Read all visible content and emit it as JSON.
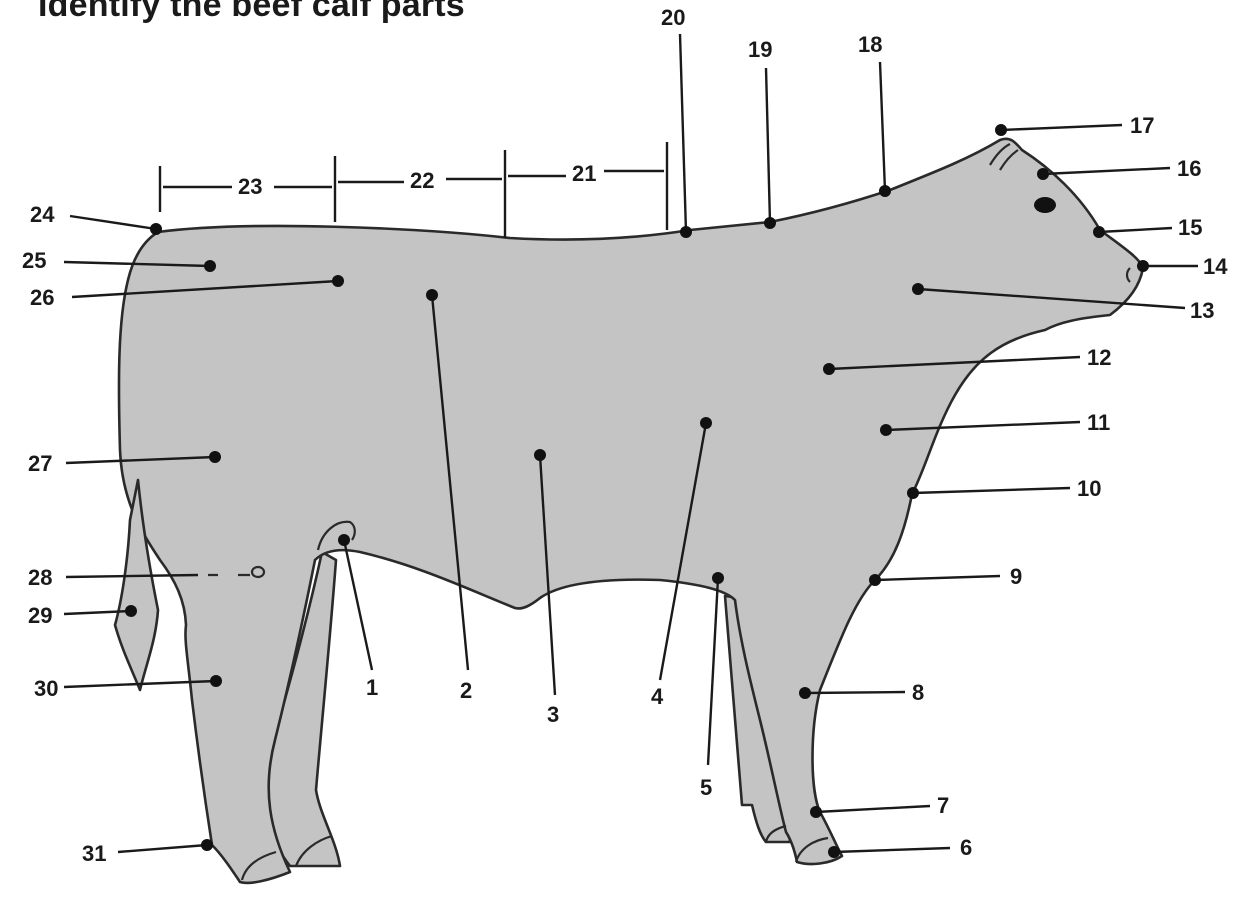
{
  "title": "Identify the beef calf parts",
  "labels": [
    "1",
    "2",
    "3",
    "4",
    "5",
    "6",
    "7",
    "8",
    "9",
    "10",
    "11",
    "12",
    "13",
    "14",
    "15",
    "16",
    "17",
    "18",
    "19",
    "20",
    "21",
    "22",
    "23",
    "24",
    "25",
    "26",
    "27",
    "28",
    "29",
    "30",
    "31"
  ],
  "colors": {
    "body": "#c4c4c4",
    "outline": "#2a2a2a",
    "ink": "#1a1a1a"
  }
}
